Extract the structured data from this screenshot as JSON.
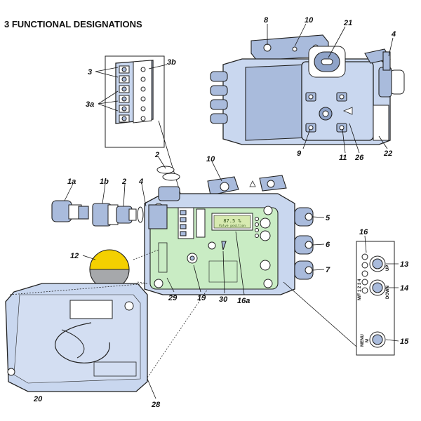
{
  "title": "3  FUNCTIONAL DESIGNATIONS",
  "display": {
    "value": "87.5 %",
    "subtext": "Valve position"
  },
  "keypad": {
    "leds_label": "M/F 1 2 3 4",
    "up_label": "UP",
    "down_label": "DOWN",
    "menu_label": "MENU",
    "m_label": "M"
  },
  "colors": {
    "housing": "#c9d7ef",
    "electronics": "#c9ecc4",
    "indicator_yellow": "#f4d000",
    "indicator_grey": "#a6a8ab"
  },
  "callouts": {
    "c8": "8",
    "c10a": "10",
    "c21": "21",
    "c4a": "4",
    "c3": "3",
    "c3b": "3b",
    "c3a": "3a",
    "c9": "9",
    "c11": "11",
    "c26": "26",
    "c22": "22",
    "c2a": "2",
    "c10b": "10",
    "c1a": "1a",
    "c1b": "1b",
    "c2b": "2",
    "c4b": "4",
    "c5": "5",
    "c6": "6",
    "c7": "7",
    "c16": "16",
    "c13": "13",
    "c14": "14",
    "c15": "15",
    "c12": "12",
    "c29": "29",
    "c19": "19",
    "c30": "30",
    "c16a": "16a",
    "c20": "20",
    "c28": "28"
  }
}
